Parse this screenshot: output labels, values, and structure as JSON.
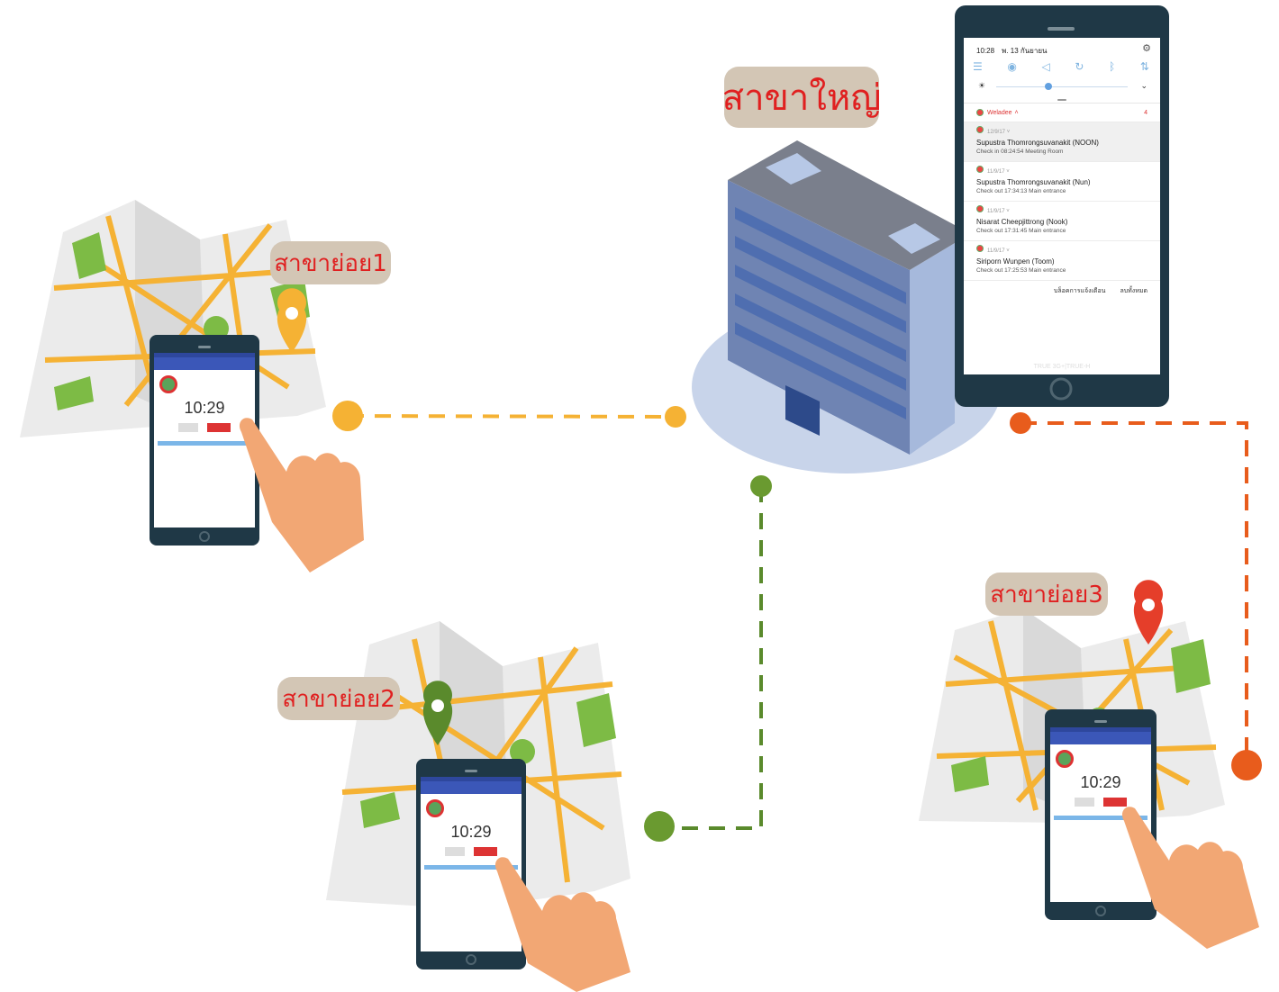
{
  "labels": {
    "headquarters": "สาขาใหญ่",
    "branch1": "สาขาย่อย1",
    "branch2": "สาขาย่อย2",
    "branch3": "สาขาย่อย3"
  },
  "colors": {
    "label_text": "#e02020",
    "label_bg": "#d3c6b5",
    "branch1_line": "#f5b234",
    "branch2_line": "#5a8a2c",
    "branch3_line": "#e85c1c",
    "map_road": "#f5b234",
    "map_park": "#7dbb45"
  },
  "icons": {
    "pin_branch1": "map-pin-icon",
    "pin_branch2": "map-pin-icon",
    "pin_branch3": "map-pin-icon"
  },
  "hq_phone": {
    "status_time": "10:28",
    "status_date": "พ. 13 กันยายน",
    "app_name": "Weladee",
    "notification_count": "4",
    "notifications": [
      {
        "date": "12/9/17",
        "name": "Supustra Thomrongsuvanakit (NOON)",
        "detail": "Check in 08:24:54 Meeting Room"
      },
      {
        "date": "11/9/17",
        "name": "Supustra Thomrongsuvanakit (Nun)",
        "detail": "Check out 17:34:13 Main entrance"
      },
      {
        "date": "11/9/17",
        "name": "Nisarat Cheepjittrong (Nook)",
        "detail": "Check out 17:31:45 Main entrance"
      },
      {
        "date": "11/9/17",
        "name": "Siriporn Wunpen (Toom)",
        "detail": "Check out 17:25:53 Main entrance"
      }
    ],
    "action_block": "บล็อคการแจ้งเตือน",
    "action_clear": "ลบทั้งหมด",
    "carrier": "TRUE 3G+|TRUE-H"
  },
  "branch_phone": {
    "time": "10:29"
  }
}
